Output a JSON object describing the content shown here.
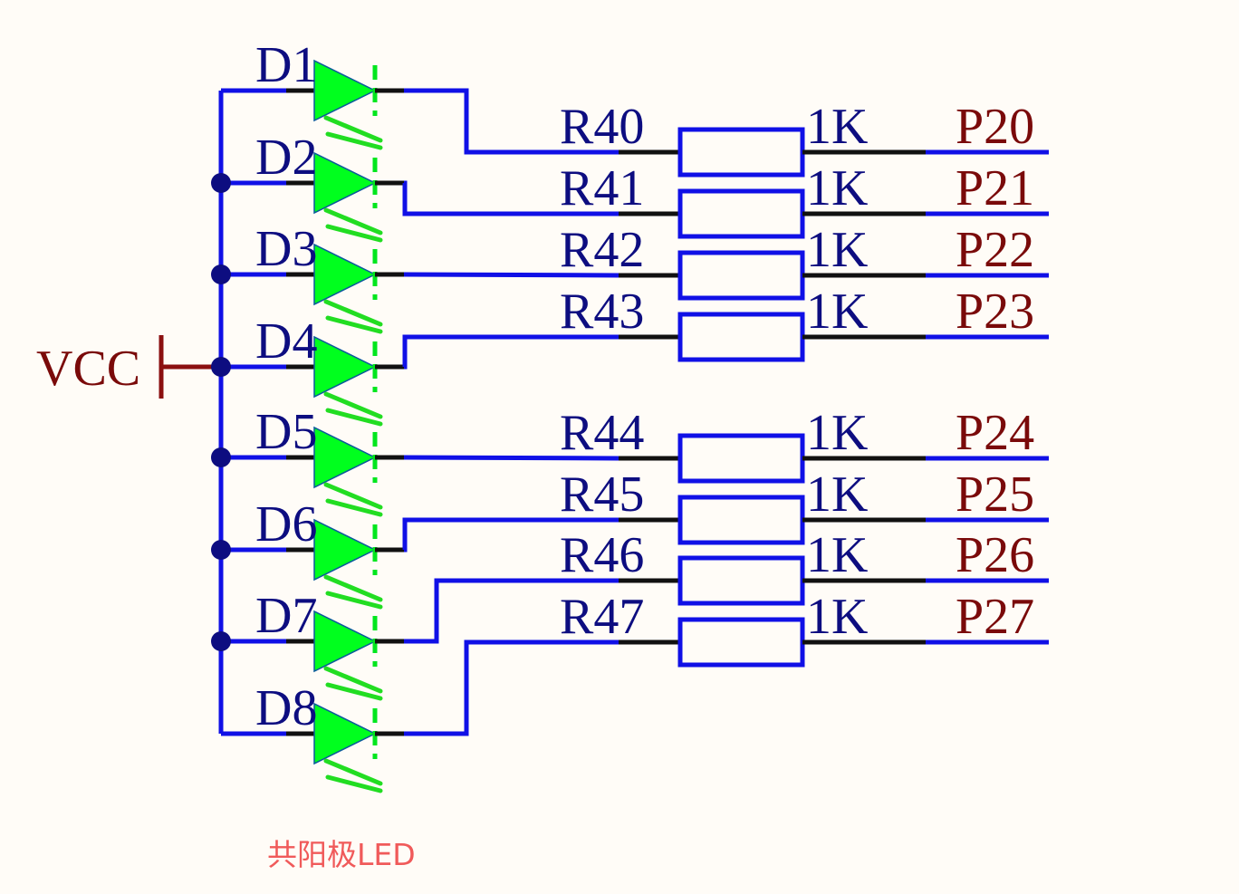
{
  "power": {
    "label": "VCC"
  },
  "leds": [
    {
      "ref": "D1"
    },
    {
      "ref": "D2"
    },
    {
      "ref": "D3"
    },
    {
      "ref": "D4"
    },
    {
      "ref": "D5"
    },
    {
      "ref": "D6"
    },
    {
      "ref": "D7"
    },
    {
      "ref": "D8"
    }
  ],
  "resistors": [
    {
      "ref": "R40",
      "value": "1K",
      "net": "P20"
    },
    {
      "ref": "R41",
      "value": "1K",
      "net": "P21"
    },
    {
      "ref": "R42",
      "value": "1K",
      "net": "P22"
    },
    {
      "ref": "R43",
      "value": "1K",
      "net": "P23"
    },
    {
      "ref": "R44",
      "value": "1K",
      "net": "P24"
    },
    {
      "ref": "R45",
      "value": "1K",
      "net": "P25"
    },
    {
      "ref": "R46",
      "value": "1K",
      "net": "P26"
    },
    {
      "ref": "R47",
      "value": "1K",
      "net": "P27"
    }
  ],
  "caption": "共阳极LED",
  "colors": {
    "wire": "#1010e6",
    "led_fill": "#00ff1e",
    "designator": "#0d0d80",
    "net_label": "#7a0a0a",
    "caption": "#f05a5a",
    "background": "#fffcf7"
  }
}
